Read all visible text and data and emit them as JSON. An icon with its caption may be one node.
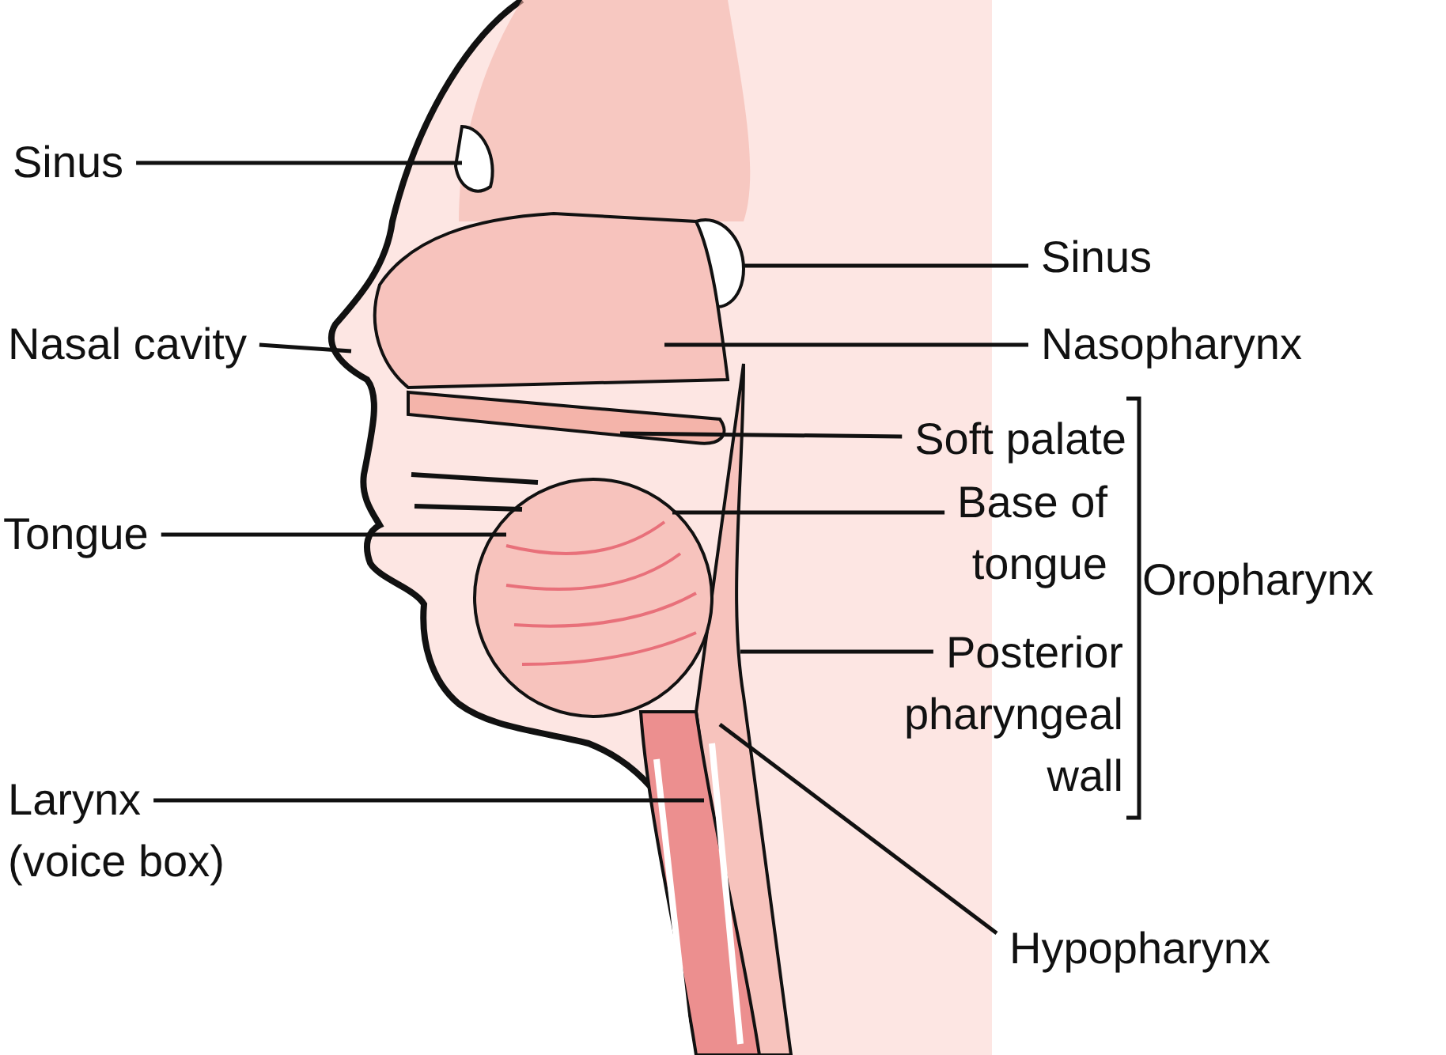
{
  "diagram": {
    "nodes": [
      {
        "text": [
          "Sinus"
        ]
      },
      {
        "text": [
          "Nasal cavity"
        ]
      },
      {
        "text": [
          "Tongue"
        ]
      },
      {
        "text": [
          "Larynx (voice box)"
        ]
      },
      {
        "text": [
          "Sinus"
        ]
      },
      {
        "text": [
          "Nasopharynx"
        ]
      },
      {
        "text": [
          "Soft palate"
        ]
      },
      {
        "text": [
          "Base of tongue"
        ]
      },
      {
        "text": [
          "Posterior pharyngeal wall"
        ]
      },
      {
        "text": [
          "Hypopharynx"
        ]
      }
    ],
    "edges": [
      {
        "from": 0,
        "to": null,
        "arrow": "none"
      },
      {
        "from": 1,
        "to": null,
        "arrow": "none"
      },
      {
        "from": 2,
        "to": null,
        "arrow": "none"
      },
      {
        "from": 3,
        "to": null,
        "arrow": "none"
      },
      {
        "from": 4,
        "to": null,
        "arrow": "none"
      },
      {
        "from": 5,
        "to": null,
        "arrow": "none"
      },
      {
        "from": 6,
        "to": null,
        "arrow": "none"
      },
      {
        "from": 7,
        "to": null,
        "arrow": "none"
      },
      {
        "from": 8,
        "to": null,
        "arrow": "none"
      },
      {
        "from": 9,
        "to": null,
        "arrow": "none"
      }
    ],
    "labels": [
      "Oropharynx"
    ]
  }
}
